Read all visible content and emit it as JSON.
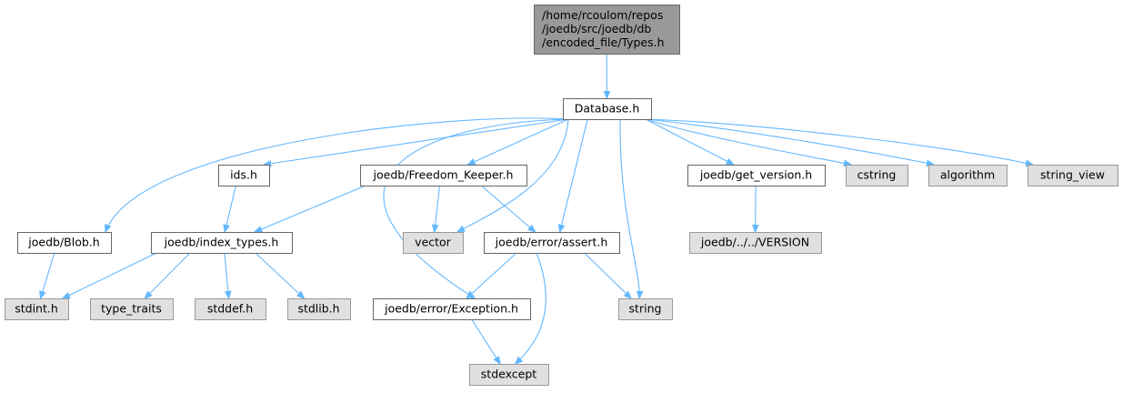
{
  "colors": {
    "root_fill": "#999999",
    "root_stroke": "#666666",
    "file_fill": "#ffffff",
    "file_stroke": "#666666",
    "system_fill": "#e0e0e0",
    "system_stroke": "#999999",
    "edge": "#63b8ff"
  },
  "nodes": [
    {
      "id": "types",
      "kind": "root",
      "lines": [
        "/home/rcoulom/repos",
        "/joedb/src/joedb/db",
        "/encoded_file/Types.h"
      ]
    },
    {
      "id": "database",
      "kind": "file",
      "lines": [
        "Database.h"
      ]
    },
    {
      "id": "ids",
      "kind": "file",
      "lines": [
        "ids.h"
      ]
    },
    {
      "id": "freedom",
      "kind": "file",
      "lines": [
        "joedb/Freedom_Keeper.h"
      ]
    },
    {
      "id": "getversion",
      "kind": "file",
      "lines": [
        "joedb/get_version.h"
      ]
    },
    {
      "id": "cstring",
      "kind": "system",
      "lines": [
        "cstring"
      ]
    },
    {
      "id": "algorithm",
      "kind": "system",
      "lines": [
        "algorithm"
      ]
    },
    {
      "id": "stringview",
      "kind": "system",
      "lines": [
        "string_view"
      ]
    },
    {
      "id": "blob",
      "kind": "file",
      "lines": [
        "joedb/Blob.h"
      ]
    },
    {
      "id": "indextypes",
      "kind": "file",
      "lines": [
        "joedb/index_types.h"
      ]
    },
    {
      "id": "vector",
      "kind": "system",
      "lines": [
        "vector"
      ]
    },
    {
      "id": "assert",
      "kind": "file",
      "lines": [
        "joedb/error/assert.h"
      ]
    },
    {
      "id": "version",
      "kind": "system",
      "lines": [
        "joedb/../../VERSION"
      ]
    },
    {
      "id": "stdint",
      "kind": "system",
      "lines": [
        "stdint.h"
      ]
    },
    {
      "id": "typetraits",
      "kind": "system",
      "lines": [
        "type_traits"
      ]
    },
    {
      "id": "stddef",
      "kind": "system",
      "lines": [
        "stddef.h"
      ]
    },
    {
      "id": "stdlib",
      "kind": "system",
      "lines": [
        "stdlib.h"
      ]
    },
    {
      "id": "exception",
      "kind": "file",
      "lines": [
        "joedb/error/Exception.h"
      ]
    },
    {
      "id": "string",
      "kind": "system",
      "lines": [
        "string"
      ]
    },
    {
      "id": "stdexcept",
      "kind": "system",
      "lines": [
        "stdexcept"
      ]
    }
  ],
  "edges": [
    {
      "from": "types",
      "to": "database"
    },
    {
      "from": "database",
      "to": "blob"
    },
    {
      "from": "database",
      "to": "ids"
    },
    {
      "from": "database",
      "to": "exception"
    },
    {
      "from": "database",
      "to": "freedom"
    },
    {
      "from": "database",
      "to": "vector"
    },
    {
      "from": "database",
      "to": "assert"
    },
    {
      "from": "database",
      "to": "string"
    },
    {
      "from": "database",
      "to": "getversion"
    },
    {
      "from": "database",
      "to": "cstring"
    },
    {
      "from": "database",
      "to": "algorithm"
    },
    {
      "from": "database",
      "to": "stringview"
    },
    {
      "from": "blob",
      "to": "stdint"
    },
    {
      "from": "ids",
      "to": "indextypes"
    },
    {
      "from": "freedom",
      "to": "indextypes"
    },
    {
      "from": "freedom",
      "to": "vector"
    },
    {
      "from": "freedom",
      "to": "assert"
    },
    {
      "from": "indextypes",
      "to": "stdint"
    },
    {
      "from": "indextypes",
      "to": "typetraits"
    },
    {
      "from": "indextypes",
      "to": "stddef"
    },
    {
      "from": "indextypes",
      "to": "stdlib"
    },
    {
      "from": "assert",
      "to": "exception"
    },
    {
      "from": "assert",
      "to": "stdexcept"
    },
    {
      "from": "assert",
      "to": "string"
    },
    {
      "from": "exception",
      "to": "stdexcept"
    },
    {
      "from": "getversion",
      "to": "version"
    }
  ]
}
